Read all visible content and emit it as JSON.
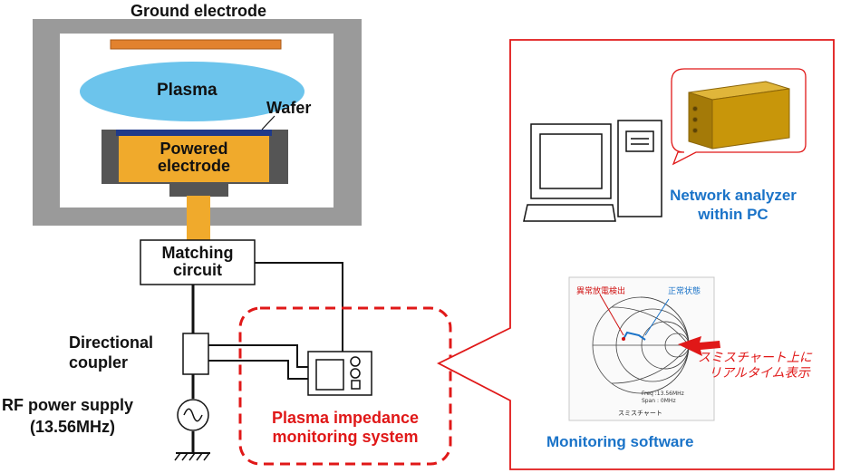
{
  "labels": {
    "ground_electrode": "Ground electrode",
    "plasma": "Plasma",
    "wafer": "Wafer",
    "powered_electrode": "Powered electrode",
    "matching_circuit": "Matching circuit",
    "directional_coupler": "Directional coupler",
    "rf_power_supply": "RF power supply",
    "rf_frequency": "(13.56MHz)",
    "monitoring_system": "Plasma impedance monitoring system",
    "network_analyzer": "Network analyzer within PC",
    "monitoring_software": "Monitoring software"
  },
  "smith_chart": {
    "abnormal_label": "異常放電検出",
    "normal_label": "正常状態",
    "caption": "スミスチャート",
    "annotation_line1": "スミスチャート上に",
    "annotation_line2": "リアルタイム表示",
    "freq_line": "Freq    :13.56MHz",
    "span_line": "Span    : 0MHz"
  },
  "colors": {
    "chamber_gray": "#9a9a9a",
    "electrode_orange": "#f0aa2c",
    "plasma_blue": "#6cc4ec",
    "wafer_blue": "#1f3a8a",
    "ground_plate": "#e2822e",
    "highlight_red": "#e01818",
    "text_blue": "#1a73c8",
    "analyzer_gold": "#c8960a"
  }
}
